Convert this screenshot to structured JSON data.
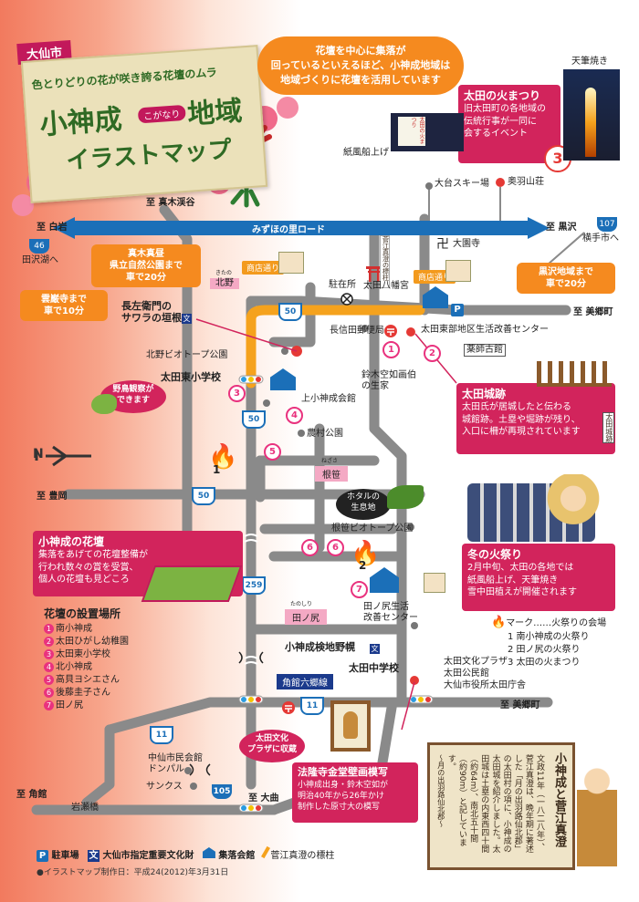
{
  "header": {
    "city": "大仙市",
    "subtitle": "色とりどりの花が咲き誇る花壇のムラ",
    "title_main": "小神成",
    "title_reading": "こがなり",
    "title_suffix": "地域",
    "title_sub": "イラストマップ",
    "bubble": "花壇を中心に集落が\n回っているといえるほど、小神成地域は\n地域づくりに花壇を活用しています"
  },
  "festival": {
    "title": "太田の火まつり",
    "body": "旧太田町の各地域の\n伝統行事が一同に\n会するイベント",
    "num": "3",
    "fire_tower_label": "天筆焼き",
    "balloon_label": "紙風船上げ",
    "lantern_text": "太田の火まつり"
  },
  "roads": {
    "mizuho": "みずほの里ロード",
    "r46": "46",
    "r107": "107",
    "r50": "50",
    "r259": "259",
    "r11": "11",
    "r105": "105"
  },
  "destinations": {
    "makiso": "至 真木渓谷",
    "shirai": "至 白岩",
    "tazawako": "田沢湖へ",
    "kurosawa": "至 黒沢",
    "yokote": "横手市へ",
    "mimiyo_top": "至 美郷町",
    "toyokawa": "至 豊岡",
    "mimiyo_bottom": "至 美郷町",
    "kakunodate": "至 角館",
    "omagari": "至 大曲"
  },
  "places": {
    "otai_ski": "大台スキー場",
    "okuha": "奥羽山荘",
    "daionji": "大園寺",
    "ota_hachiman": "太田八幡宮",
    "sugae_note": "菅江真澄の標柱",
    "chuzai": "駐在所",
    "nagashinoda_post": "長信田郵便局",
    "ota_center": "太田東部地区生活改善センター",
    "yakushi": "薬師古館",
    "kitano_label": "北野",
    "kitano_reading": "きたの",
    "kitano_park": "北野ビオトープ公園",
    "nagazaemon": "長左衛門の\nサワラの垣根",
    "ota_higashi_es": "太田東小学校",
    "kami_kogane": "上小神成会館",
    "suzuki": "鈴木空如画伯\nの生家",
    "nouzai_park": "農村公園",
    "negasa": "根笹",
    "negasa_reading": "ねざさ",
    "negasa_park": "根笹ビオトープ公園",
    "hotaru": "ホタルの\n生息地",
    "tanoshiri": "田ノ尻",
    "tanoshiri_reading": "たのしり",
    "tanoshiri_center": "田ノ尻生活\n改善センター",
    "kenchi_nobori": "小神成検地野幌",
    "kakudate_rokugo": "角館六郷線",
    "ota_jhs": "太田中学校",
    "ota_plaza": "太田文化プラザ",
    "ota_kominkan": "太田公民館",
    "ota_shisho": "大仙市役所太田庁舎",
    "nakasen_hall": "中仙市民会館\nドンパル",
    "sunks": "サンクス",
    "iwasebashi": "岩瀬橋",
    "shop_street1": "商店通り",
    "shop_street2": "商店通り"
  },
  "callouts": {
    "makiso_park": "真木真昼\n県立自然公園まで\n車で20分",
    "kurosawa_area": "黒沢地域まで\n車で20分",
    "unganji": "雲巌寺まで\n車で10分",
    "nogiku": "野鳥観察が\nできます",
    "ota_castle_title": "太田城跡",
    "ota_castle_body": "太田氏が居城したと伝わる\n城館跡。土塁や堀跡が残り、\n入口に柵が再現されています",
    "castle_sign": "太田城跡",
    "flower_bed_title": "小神成の花壇",
    "flower_bed_body": "集落をあげての花壇整備が\n行われ数々の賞を受賞、\n個人の花壇も見どころ",
    "winter_title": "冬の火祭り",
    "winter_body": "2月中旬、太田の各地では\n紙風船上げ、天筆焼き\n雪中田植えが開催されます",
    "hokkeji_tag": "太田文化\nプラザに収蔵",
    "hokkeji_title": "法隆寺金堂壁画模写",
    "hokkeji_body": "小神成出身・鈴木空如が\n明治40年から26年かけ\n制作した原寸大の模写"
  },
  "flowerbeds": {
    "title": "花壇の設置場所",
    "items": [
      "南小神成",
      "太田ひがし幼稚園",
      "太田東小学校",
      "北小神成",
      "高貝ヨシエさん",
      "後藤圭子さん",
      "田ノ尻"
    ]
  },
  "fire_legend": {
    "title": "マーク……火祭りの会場",
    "items": [
      "南小神成の火祭り",
      "田ノ尻の火祭り",
      "太田の火まつり"
    ]
  },
  "sugae_box": {
    "title": "小神成と菅江真澄",
    "body": "文政11年（一八二八年）、菅江真澄は、晩年期に著述した「月の出羽路仙北郡」の太田村の項に、小神成の太田城を紹介しました。太田城は土塁の内東西四十間（約64m）、南北五十間（約90m）と記しています。",
    "footer": "〜月の出羽路仙北郡〜"
  },
  "legend": {
    "parking": "駐車場",
    "cultural": "大仙市指定重要文化財",
    "hall": "集落会館",
    "marker": "菅江真澄の標柱"
  },
  "footer": "●イラストマップ制作日：平成24(2012)年3月31日",
  "compass": "N",
  "colors": {
    "accent": "#f58a1f",
    "magenta": "#d2245c",
    "road": "#7f7f7f",
    "route_blue": "#1b6fb8",
    "highlight": "#f5a21d"
  }
}
